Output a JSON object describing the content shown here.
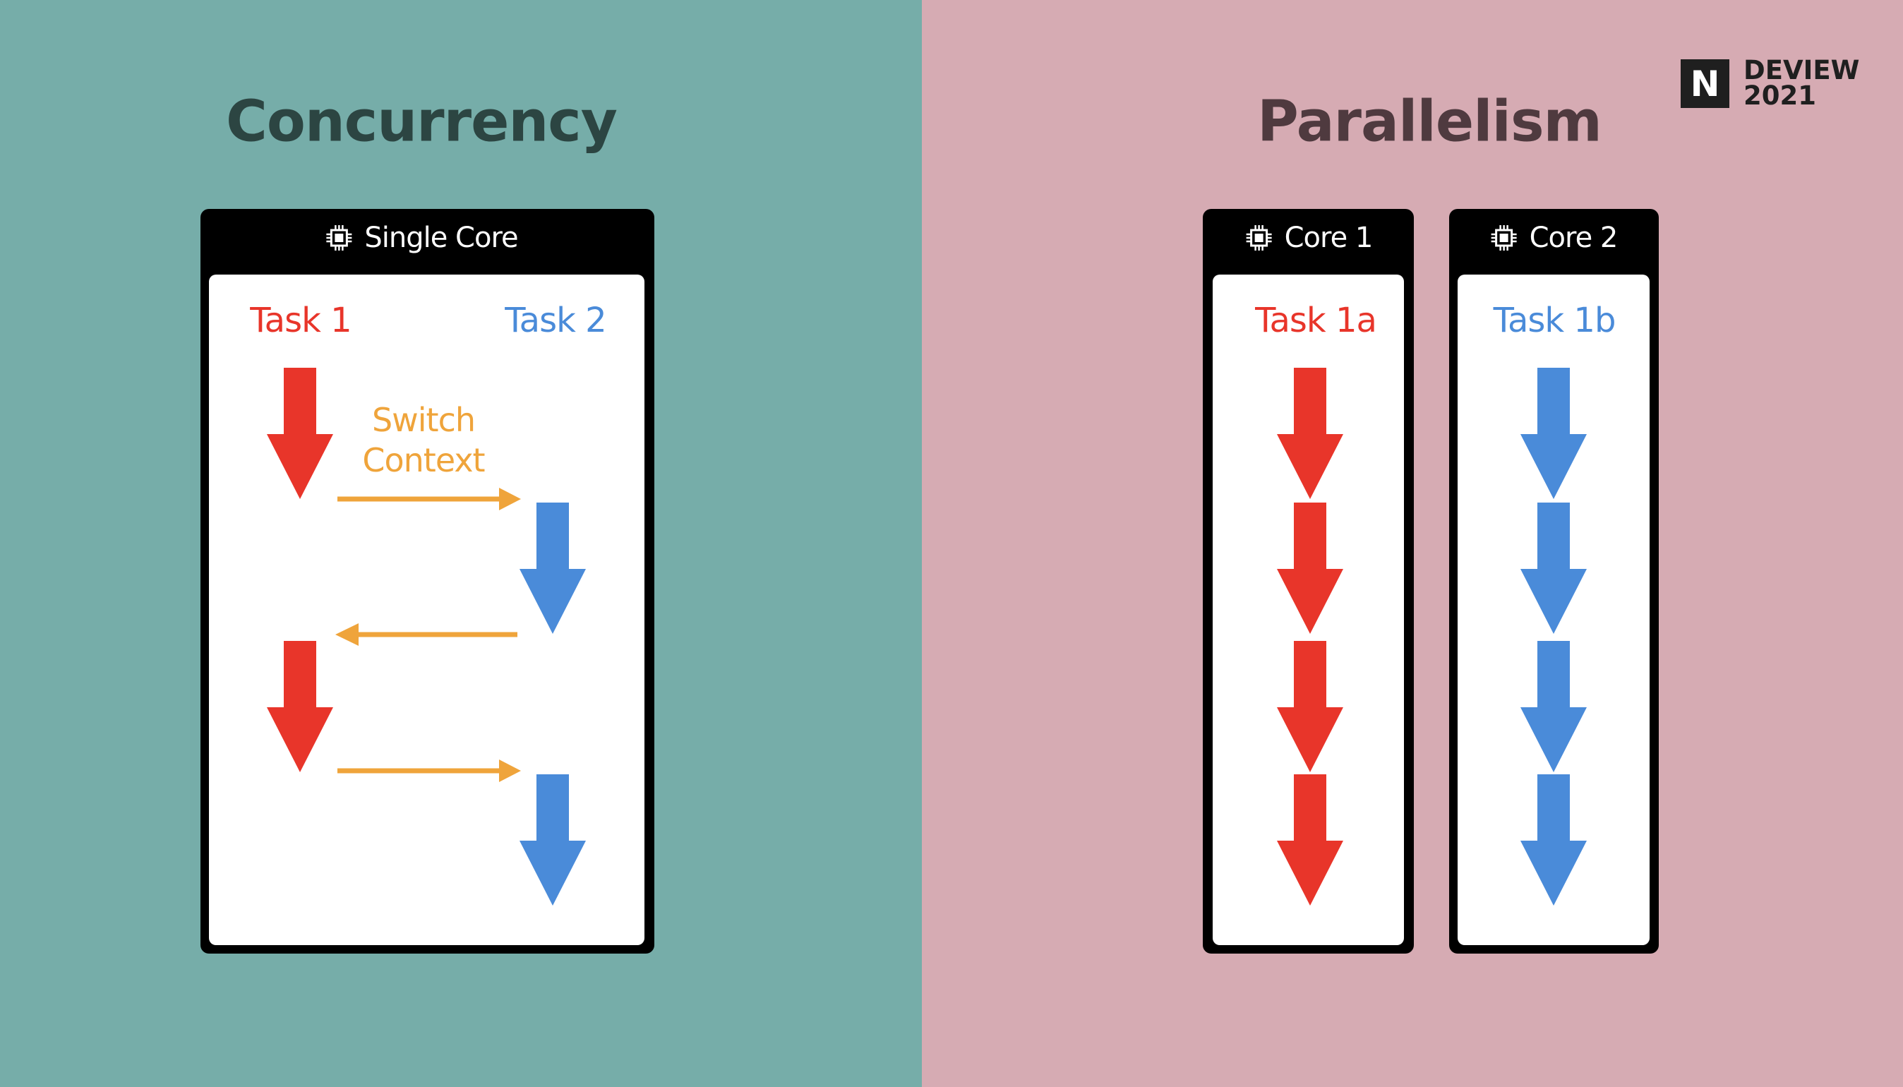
{
  "concurrency": {
    "title": "Concurrency",
    "core_label": "Single Core",
    "task1": "Task 1",
    "task2": "Task 2",
    "switch_line1": "Switch",
    "switch_line2": "Context"
  },
  "parallelism": {
    "title": "Parallelism",
    "core1_label": "Core 1",
    "core2_label": "Core 2",
    "task1a": "Task 1a",
    "task1b": "Task 1b"
  },
  "logo": {
    "mark": "N",
    "line1": "DEVIEW",
    "line2": "2021"
  },
  "colors": {
    "left_bg": "#76ADA9",
    "right_bg": "#D6ABB3",
    "task_red": "#E8352A",
    "task_blue": "#4A8BD9",
    "switch_orange": "#EFA43B"
  },
  "icons": {
    "core": "cpu-chip-icon"
  }
}
